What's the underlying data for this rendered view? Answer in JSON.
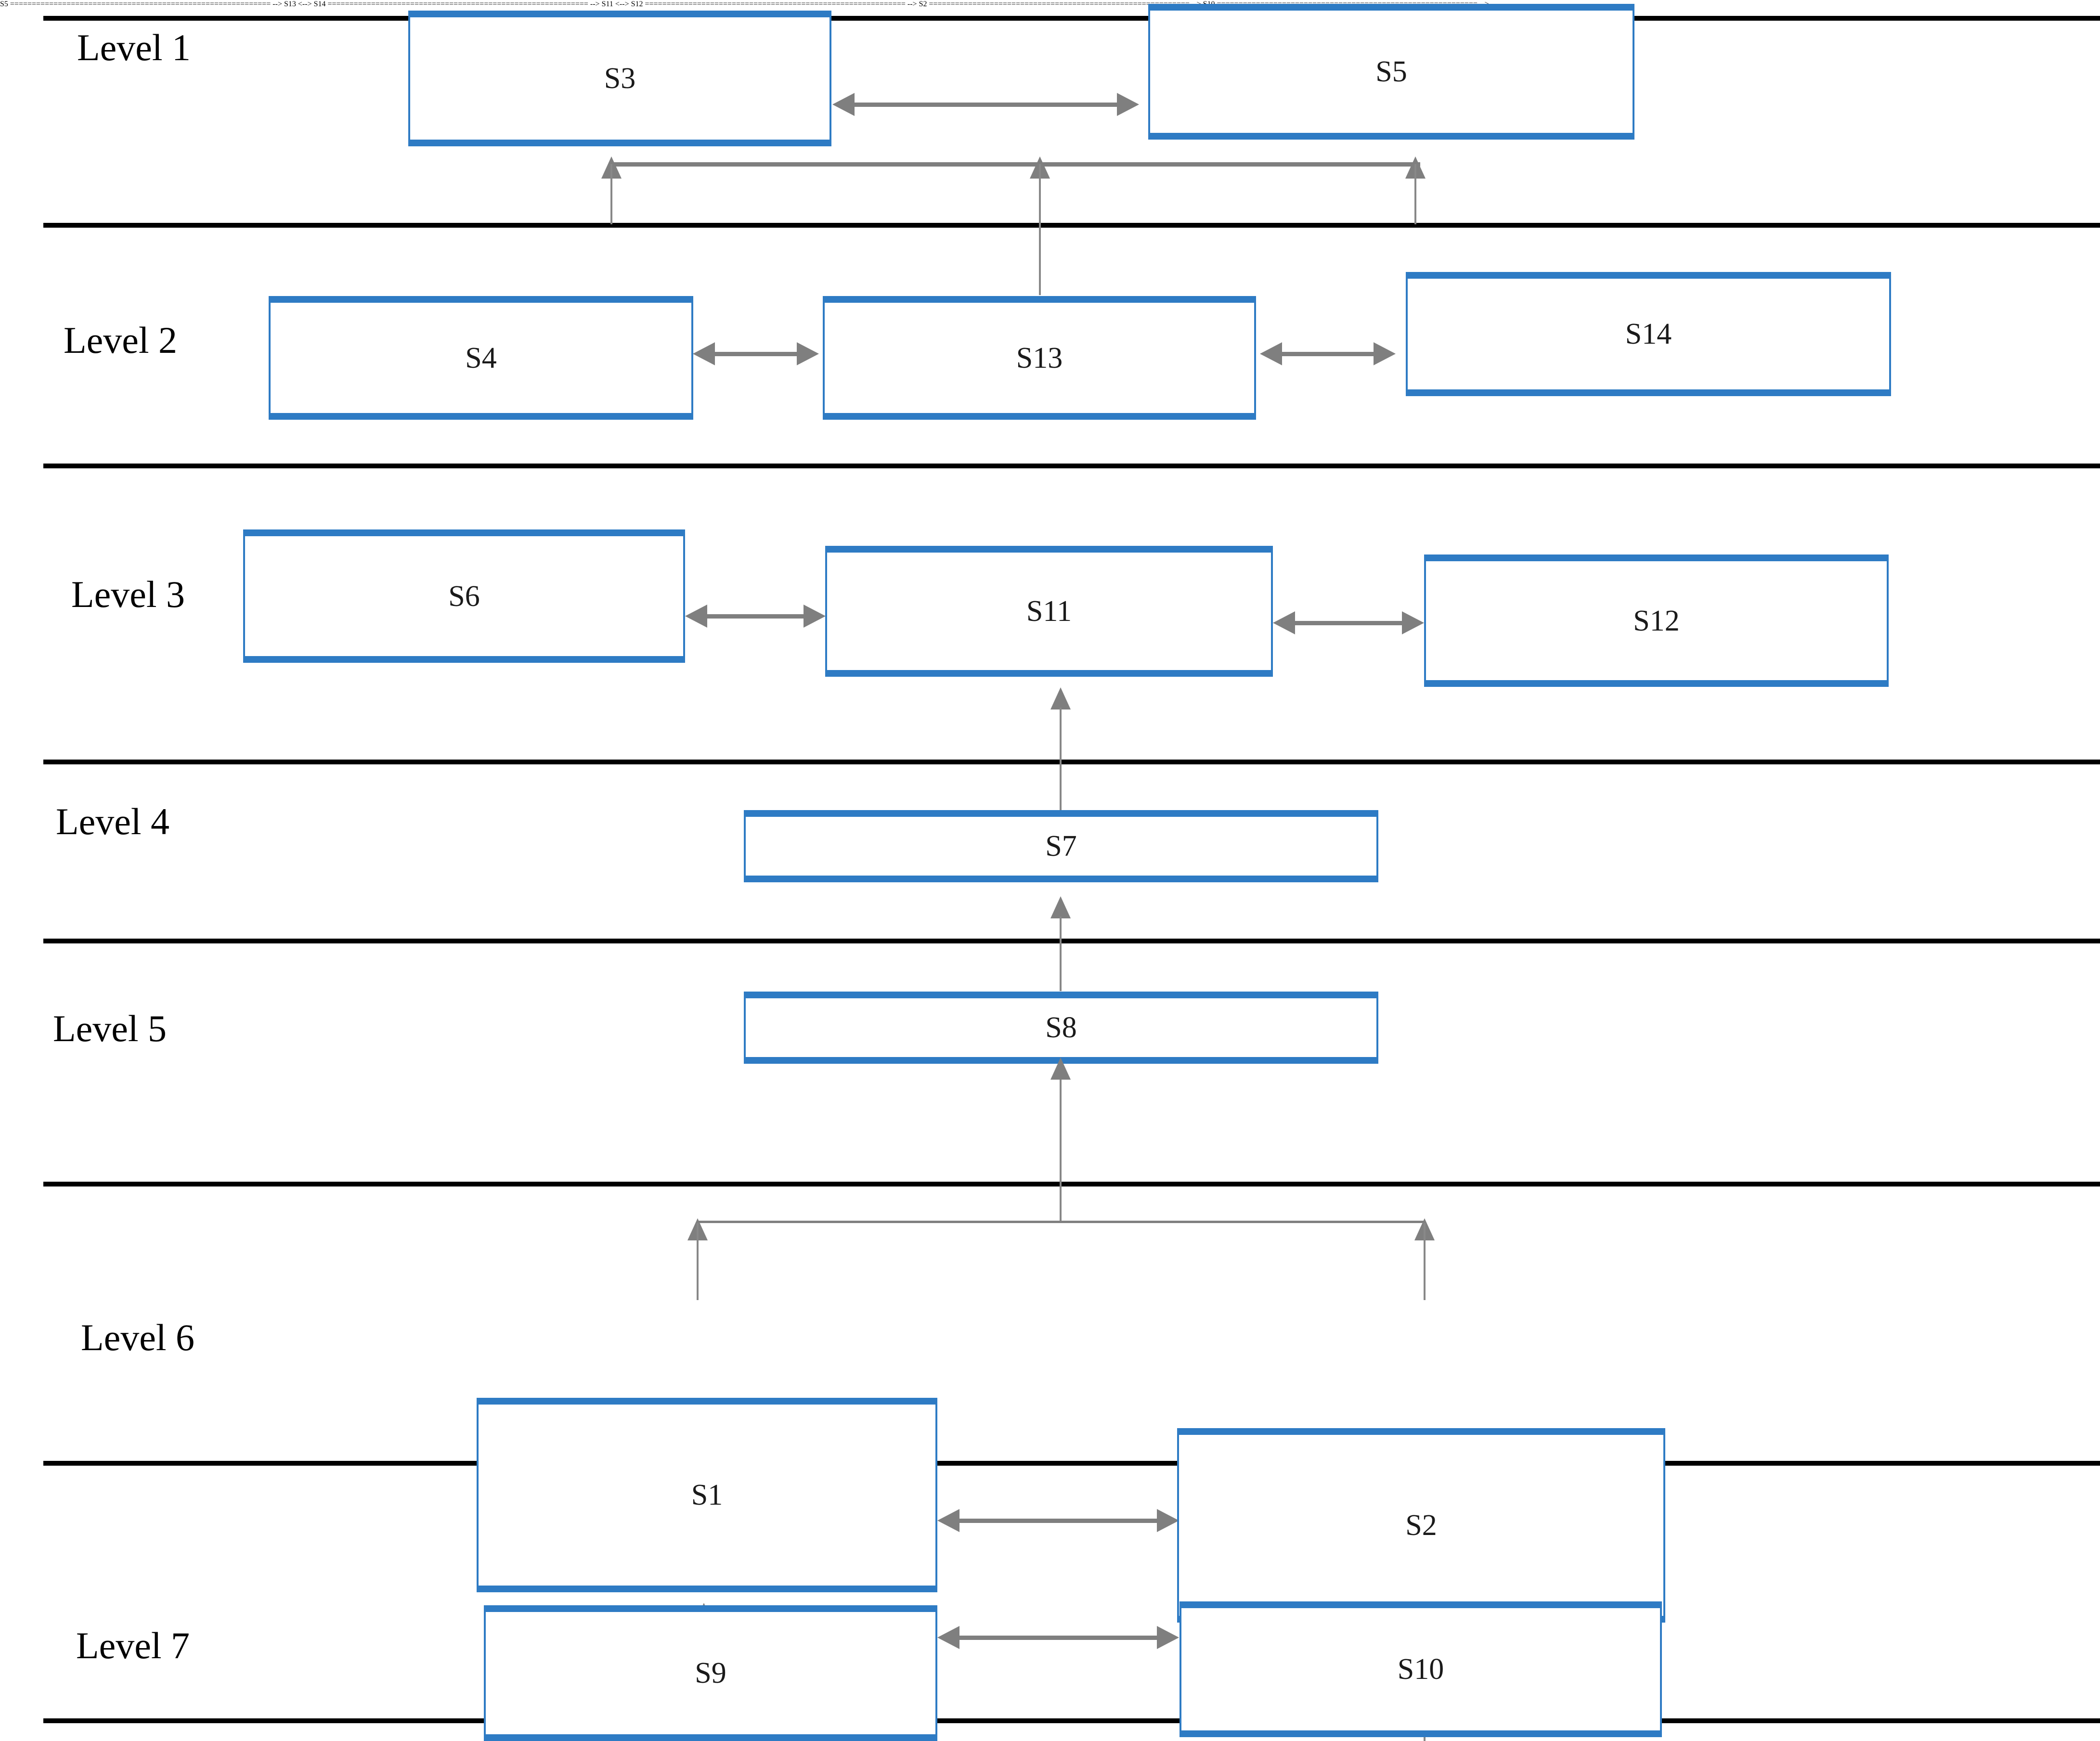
{
  "diagram": {
    "type": "hierarchical-level-diagram",
    "title_visible": false,
    "accent_color": "#2E7BC4",
    "divider_color": "#000000",
    "arrow_color": "#7F7F7F",
    "levels": [
      {
        "id": "level-1",
        "label": "Level 1",
        "nodes": [
          "S3",
          "S5"
        ]
      },
      {
        "id": "level-2",
        "label": "Level 2",
        "nodes": [
          "S4",
          "S13",
          "S14"
        ]
      },
      {
        "id": "level-3",
        "label": "Level 3",
        "nodes": [
          "S6",
          "S11",
          "S12"
        ]
      },
      {
        "id": "level-4",
        "label": "Level 4",
        "nodes": [
          "S7"
        ]
      },
      {
        "id": "level-5",
        "label": "Level 5",
        "nodes": [
          "S8"
        ]
      },
      {
        "id": "level-6",
        "label": "Level 6",
        "nodes": [
          "S1",
          "S2"
        ]
      },
      {
        "id": "level-7",
        "label": "Level 7",
        "nodes": [
          "S9",
          "S10"
        ]
      }
    ],
    "nodes": {
      "S1": "S1",
      "S2": "S2",
      "S3": "S3",
      "S4": "S4",
      "S5": "S5",
      "S6": "S6",
      "S7": "S7",
      "S8": "S8",
      "S9": "S9",
      "S10": "S10",
      "S11": "S11",
      "S12": "S12",
      "S13": "S13",
      "S14": "S14"
    },
    "labels": {
      "level1": "Level 1",
      "level2": "Level 2",
      "level3": "Level 3",
      "level4": "Level 4",
      "level5": "Level 5",
      "level6": "Level 6",
      "level7": "Level 7"
    },
    "links": [
      {
        "from": "S3",
        "to": "S5",
        "kind": "bidirectional-horizontal",
        "level": "Level 1"
      },
      {
        "from": "S4",
        "to": "S13",
        "kind": "bidirectional-horizontal",
        "level": "Level 2"
      },
      {
        "from": "S13",
        "to": "S14",
        "kind": "bidirectional-horizontal",
        "level": "Level 2"
      },
      {
        "from": "S6",
        "to": "S11",
        "kind": "bidirectional-horizontal",
        "level": "Level 3"
      },
      {
        "from": "S11",
        "to": "S12",
        "kind": "bidirectional-horizontal",
        "level": "Level 3"
      },
      {
        "from": "S1",
        "to": "S2",
        "kind": "bidirectional-horizontal",
        "level": "Level 6"
      },
      {
        "from": "S9",
        "to": "S10",
        "kind": "bidirectional-horizontal",
        "level": "Level 7"
      },
      {
        "from": "Level 2",
        "to": "Level 1",
        "kind": "upward-fan",
        "arrow_count": 3
      },
      {
        "from": "S7",
        "to": "S11",
        "kind": "upward-single"
      },
      {
        "from": "S8",
        "to": "S7",
        "kind": "upward-single"
      },
      {
        "from": "S1,S2",
        "to": "S8",
        "kind": "upward-merge",
        "arrow_count": 2
      },
      {
        "from": "S9",
        "to": "S1",
        "kind": "upward-single"
      },
      {
        "from": "S10",
        "to": "S2",
        "kind": "upward-single"
      }
    ]
  }
}
